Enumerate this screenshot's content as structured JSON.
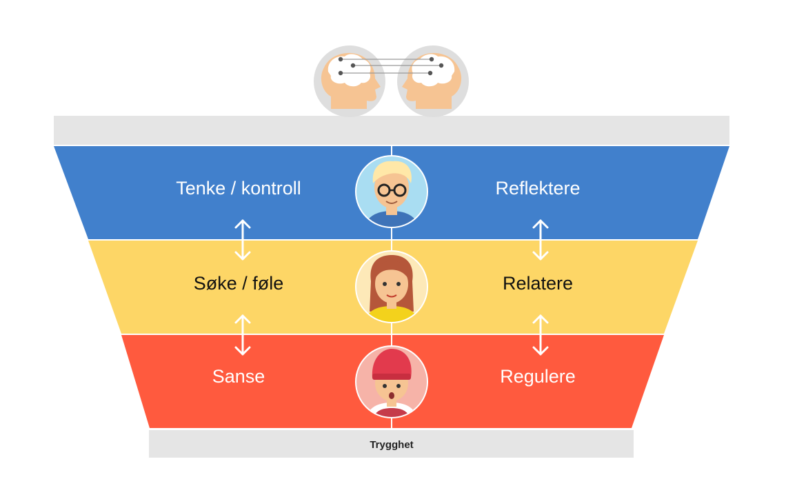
{
  "diagram": {
    "left_labels": [
      "Tenke / kontroll",
      "Søke / føle",
      "Sanse"
    ],
    "right_labels": [
      "Reflektere",
      "Relatere",
      "Regulere"
    ],
    "base_label": "Trygghet"
  },
  "colors": {
    "blue": "#4180CC",
    "yellow": "#FDD666",
    "red": "#FF5A3E",
    "gray": "#E5E5E5",
    "arrow": "#ffffff",
    "skin": "#F6C493",
    "brain": "#FFFFFF"
  },
  "icons": {
    "top": [
      "head-brain-icon",
      "head-brain-icon"
    ],
    "faces": [
      "man-glasses-face-icon",
      "girl-face-icon",
      "child-beanie-face-icon"
    ],
    "arrows": "double-arrow-icon"
  }
}
